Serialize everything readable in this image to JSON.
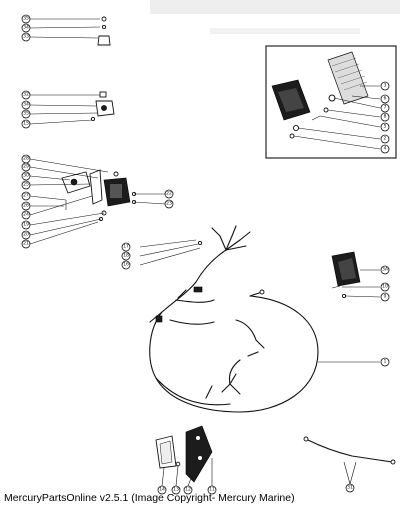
{
  "caption": "MercuryPartsOnline v2.5.1 (Image Copyright- Mercury Marine)",
  "callouts": {
    "c35a": "35",
    "c34a": "34",
    "c33a": "33",
    "c32": "32",
    "c34b": "34",
    "c35b": "35",
    "c15a": "15",
    "c28": "28",
    "c29": "29",
    "c30": "30",
    "c25": "25",
    "c27": "27",
    "c26": "26",
    "c24": "24",
    "c19": "19",
    "c20": "20",
    "c21": "21",
    "c22": "22",
    "c23": "23",
    "c3": "3",
    "c6": "6",
    "c7": "7",
    "c8": "8",
    "c5": "5",
    "c2": "2",
    "c4": "4",
    "c17": "17",
    "c18": "18",
    "c16": "16",
    "c3a": "3A",
    "c10": "10",
    "c9": "9",
    "c1": "1",
    "c14": "14",
    "c13": "13",
    "c12": "12",
    "c11": "11",
    "c31": "31"
  }
}
